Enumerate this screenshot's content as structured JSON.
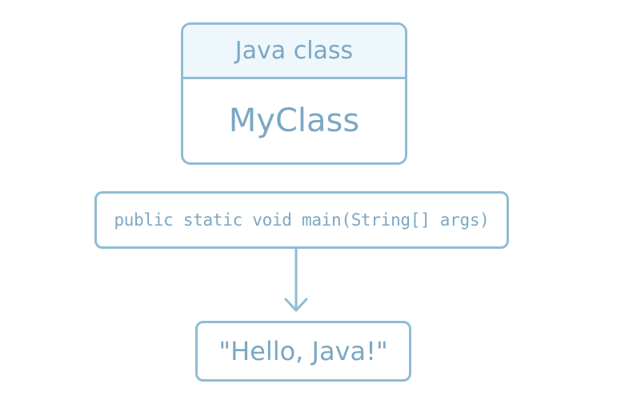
{
  "class_box": {
    "header": "Java class",
    "name": "MyClass"
  },
  "method_box": {
    "signature": "public static void main(String[] args)"
  },
  "output_box": {
    "text": "\"Hello, Java!\""
  },
  "colors": {
    "stroke": "#8fbcd4",
    "text": "#7aa8c4",
    "header_fill": "#eef7fb"
  }
}
